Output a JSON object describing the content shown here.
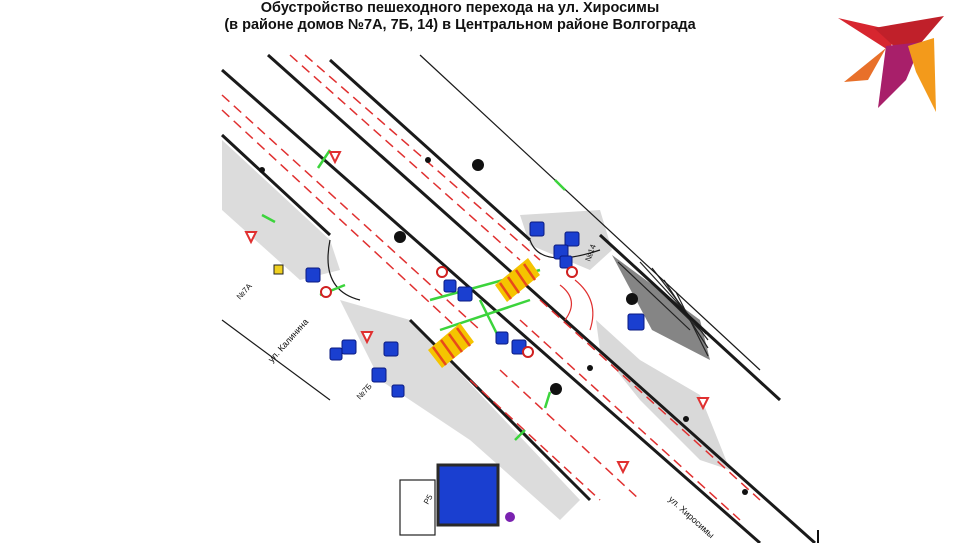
{
  "header": {
    "title_line1": "Обустройство пешеходного перехода на ул. Хиросимы",
    "title_line2": "(в районе домов №7А, 7Б, 14) в Центральном районе Волгограда"
  },
  "map": {
    "street_main": "ул. Хиросимы",
    "street_side": "ул. Калинина",
    "house_label_a": "№7А",
    "house_label_b": "№7Б",
    "house_label_c": "№14",
    "building_label": "Р5"
  },
  "colors": {
    "road_line": "#1a1a1a",
    "lane_dash": "#e03030",
    "crossing_yellow": "#f5c400",
    "crossing_red": "#e84a1a",
    "green_line": "#3cd43c",
    "sign_blue": "#1a3fd0",
    "logo_red": "#d7262f",
    "logo_orange": "#f39a1b"
  }
}
